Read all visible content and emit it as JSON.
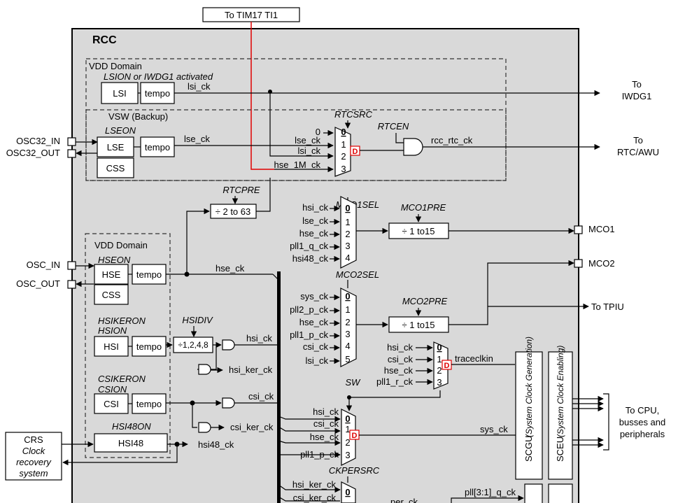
{
  "top_label": "To TIM17 TI1",
  "rcc_title": "RCC",
  "domains": {
    "vdd_top": "VDD Domain",
    "lsi_cond": "LSION or IWDG1 activated",
    "vsw": "VSW (Backup)",
    "lse_on": "LSEON",
    "vdd_mid": "VDD Domain",
    "hse_on": "HSEON",
    "hsi_ker_on": "HSIKERON",
    "hsi_on": "HSION",
    "csi_ker_on": "CSIKERON",
    "csi_on": "CSION",
    "hsi48_on": "HSI48ON"
  },
  "blocks": {
    "lsi": "LSI",
    "lse": "LSE",
    "css_lse": "CSS",
    "hse": "HSE",
    "css_hse": "CSS",
    "hsi": "HSI",
    "csi": "CSI",
    "hsi48": "HSI48",
    "tempo": "tempo",
    "rtcpre_div": "÷ 2 to 63",
    "mco1_div": "÷ 1 to15",
    "mco2_div": "÷ 1 to15",
    "hsidiv": "÷1,2,4,8",
    "scgu": "SCGU",
    "scgu_sub": "(System Clock Generation)",
    "sceu": "SCEU",
    "sceu_sub": "(System Clock Enabling)",
    "crs": [
      "CRS",
      "Clock",
      "recovery",
      "system"
    ]
  },
  "pins": {
    "osc32_in": "OSC32_IN",
    "osc32_out": "OSC32_OUT",
    "osc_in": "OSC_IN",
    "osc_out": "OSC_OUT",
    "mco1": "MCO1",
    "mco2": "MCO2"
  },
  "signals": {
    "lsi_ck": "lsi_ck",
    "lse_ck": "lse_ck",
    "hse_ck": "hse_ck",
    "hsi_ck": "hsi_ck",
    "hsi_ker_ck": "hsi_ker_ck",
    "csi_ck": "csi_ck",
    "csi_ker_ck": "csi_ker_ck",
    "hsi48_ck": "hsi48_ck",
    "rcc_rtc_ck": "rcc_rtc_ck",
    "traceclkin": "traceclkin",
    "sys_ck": "sys_ck",
    "pll_q": "pll[3:1]_q_ck",
    "per_ck": "per_ck"
  },
  "selectors": {
    "rtcsrc": "RTCSRC",
    "rtcen": "RTCEN",
    "rtcpre": "RTCPRE",
    "mco1sel": "MCO1SEL",
    "mco1pre": "MCO1PRE",
    "mco2sel": "MCO2SEL",
    "mco2pre": "MCO2PRE",
    "hsidiv": "HSIDIV",
    "sw": "SW",
    "ckpersrc": "CKPERSRC"
  },
  "rtc_mux_inputs": [
    "0",
    "lse_ck",
    "lsi_ck",
    "hse_1M_ck"
  ],
  "mco1_inputs": [
    "hsi_ck",
    "lse_ck",
    "hse_ck",
    "pll1_q_ck",
    "hsi48_ck"
  ],
  "mco2_inputs": [
    "sys_ck",
    "pll2_p_ck",
    "hse_ck",
    "pll1_p_ck",
    "csi_ck",
    "lsi_ck"
  ],
  "trace_inputs": [
    "hsi_ck",
    "csi_ck",
    "hse_ck",
    "pll1_r_ck"
  ],
  "sw_inputs": [
    "hsi_ck",
    "csi_ck",
    "hse_ck",
    "pll1_p_ck"
  ],
  "ckper_inputs": [
    "hsi_ker_ck",
    "csi_ker_ck"
  ],
  "outputs": {
    "iwdg1": [
      "To",
      "IWDG1"
    ],
    "rtc": [
      "To",
      "RTC/AWU"
    ],
    "tpiu": "To TPIU",
    "cpu": [
      "To CPU,",
      "busses and",
      "peripherals"
    ]
  },
  "mux_marker": "D"
}
